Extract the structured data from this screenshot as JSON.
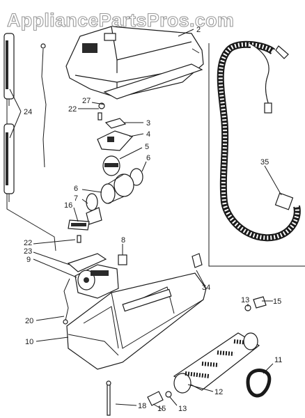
{
  "watermark": "AppliancePartsPros.com",
  "callouts": {
    "c2": "2",
    "c3": "3",
    "c4": "4",
    "c5": "5",
    "c6a": "6",
    "c6b": "6",
    "c7": "7",
    "c8": "8",
    "c9": "9",
    "c10": "10",
    "c11": "11",
    "c12": "12",
    "c13a": "13",
    "c13b": "13",
    "c15a": "15",
    "c15b": "15",
    "c16": "16",
    "c18": "18",
    "c20": "20",
    "c22a": "22",
    "c22b": "22",
    "c23": "23",
    "c24": "24",
    "c27": "27",
    "c34": "34",
    "c35": "35"
  },
  "colors": {
    "line": "#1a1a1a",
    "watermark_outline": "#9a9a9a"
  }
}
